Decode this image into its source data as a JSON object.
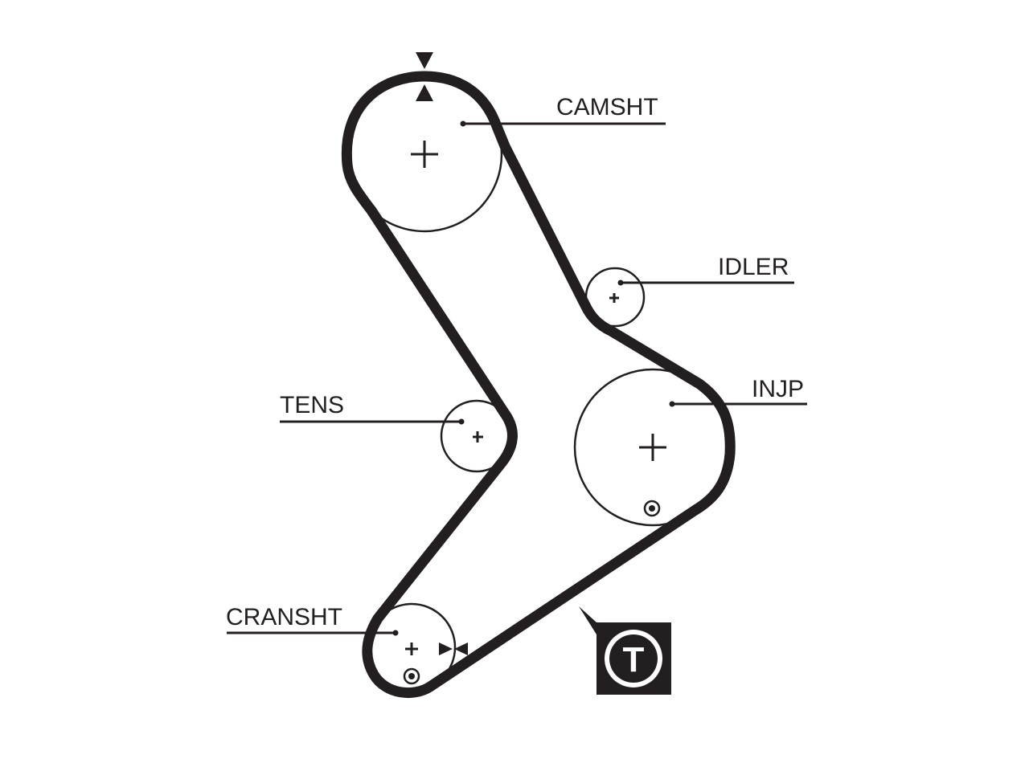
{
  "labels": {
    "camshaft": "CAMSHT",
    "idler": "IDLER",
    "injection_pump": "INJP",
    "tensioner": "TENS",
    "crankshaft": "CRANSHT"
  },
  "tensioner_badge": {
    "letter": "T"
  },
  "colors": {
    "ink": "#231f20",
    "background": "#ffffff"
  }
}
